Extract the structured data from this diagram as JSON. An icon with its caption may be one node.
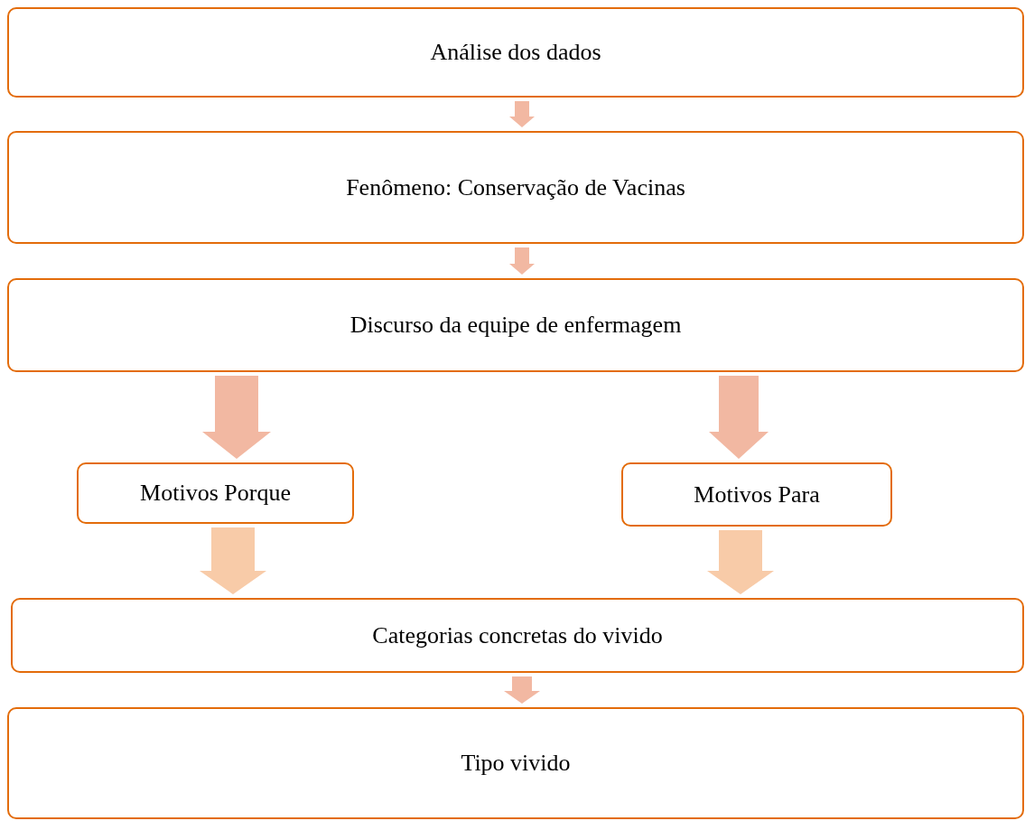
{
  "diagram": {
    "nodes": [
      {
        "text": [
          "Análise dos dados"
        ]
      },
      {
        "text": [
          "Fenômeno: Conservação de Vacinas"
        ]
      },
      {
        "text": [
          "Discurso da equipe de enfermagem"
        ]
      },
      {
        "text": [
          "Motivos Porque"
        ]
      },
      {
        "text": [
          "Motivos Para"
        ]
      },
      {
        "text": [
          "Categorias concretas do vivido"
        ]
      },
      {
        "text": [
          "Tipo vivido"
        ]
      }
    ],
    "edges": [
      {
        "from": 0,
        "to": 1,
        "arrow": "to"
      },
      {
        "from": 1,
        "to": 2,
        "arrow": "to"
      },
      {
        "from": 2,
        "to": 3,
        "arrow": "to"
      },
      {
        "from": 2,
        "to": 4,
        "arrow": "to"
      },
      {
        "from": 3,
        "to": 5,
        "arrow": "to",
        "color": "#f8cba8"
      },
      {
        "from": 4,
        "to": 5,
        "arrow": "to",
        "color": "#f8cba8"
      },
      {
        "from": 5,
        "to": 6,
        "arrow": "to"
      }
    ]
  }
}
